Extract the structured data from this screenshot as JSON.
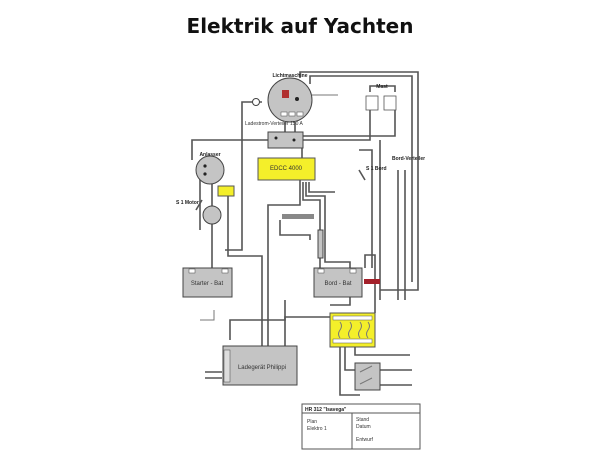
{
  "title": "Elektrik auf Yachten",
  "diagram": {
    "alternator": "Lichtmaschine",
    "charge_distributor": "Ladestrom-Verteiler 150 A",
    "mast": "Mast",
    "starter": "Anlasser",
    "switch_motor": "S 1 Motor",
    "controller": "EDCC 4000",
    "switch_board": "S 1 Bord",
    "board_distributor": "Bord-Verteiler",
    "starter_battery": "Starter - Bat",
    "board_battery": "Bord - Bat",
    "charger": "Ladegerät Philippi",
    "titleblock": {
      "project": "HR 312 \"Isavega\"",
      "plan": "Plan",
      "sheet": "Elektro 1",
      "stand_label": "Stand",
      "datum_label": "Datum",
      "entwurf_label": "Entwurf"
    }
  }
}
